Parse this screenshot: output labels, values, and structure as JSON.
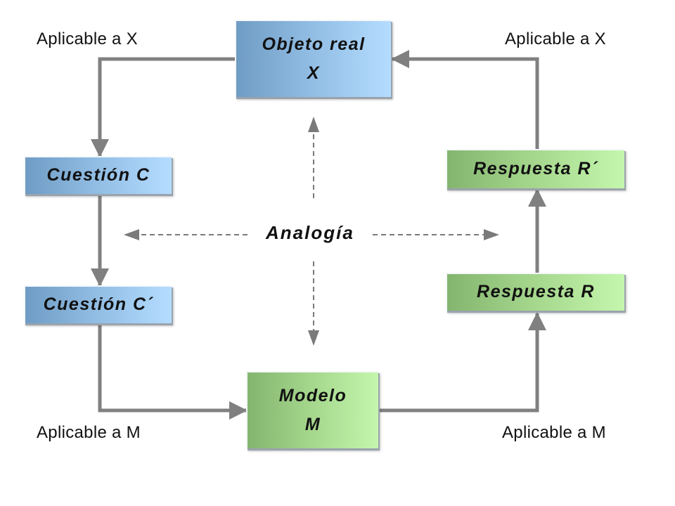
{
  "diagram": {
    "nodes": {
      "real_object": {
        "line1": "Objeto real",
        "line2": "X"
      },
      "question_c": {
        "line1": "Cuestión C"
      },
      "question_c_prime": {
        "line1": "Cuestión C´"
      },
      "model": {
        "line1": "Modelo",
        "line2": "M"
      },
      "answer_r": {
        "line1": "Respuesta R"
      },
      "answer_r_prime": {
        "line1": "Respuesta R´"
      }
    },
    "labels": {
      "top_left": "Aplicable a X",
      "top_right": "Aplicable a X",
      "bottom_left": "Aplicable a M",
      "bottom_right": "Aplicable a M",
      "center": "Analogía"
    },
    "colors": {
      "connector": "#808080",
      "dashed": "#7a7a7a",
      "blue_box": "#8fbbe2",
      "green_box": "#a2d48a"
    }
  }
}
